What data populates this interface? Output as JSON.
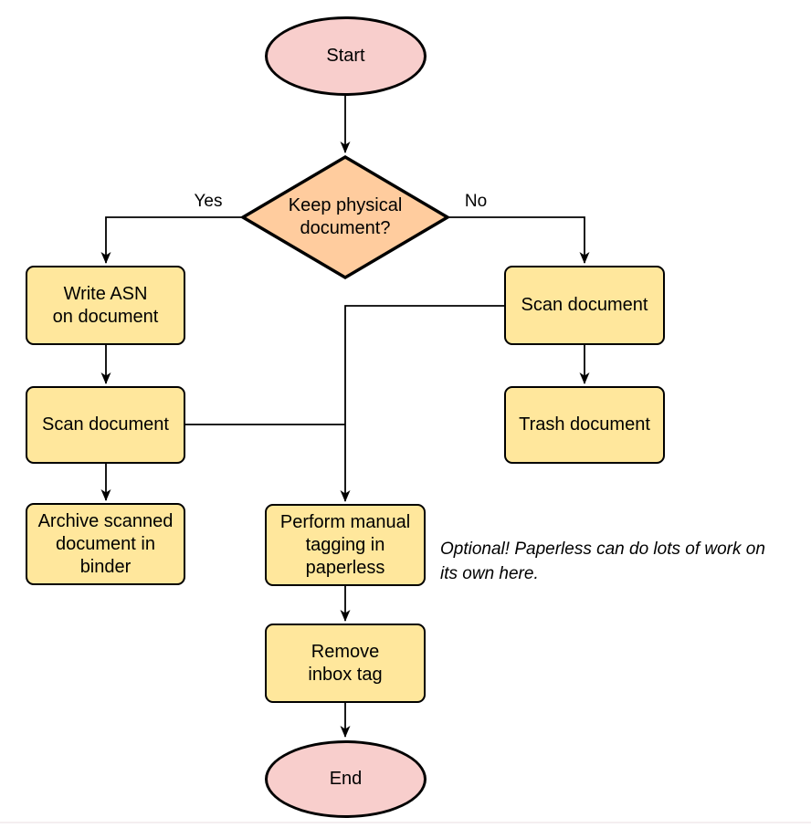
{
  "colors": {
    "background": "#ffffff",
    "terminal_fill": "#f8cecc",
    "decision_fill": "#ffcc9e",
    "process_fill": "#ffe79c",
    "stroke": "#000000"
  },
  "nodes": {
    "start": {
      "label": "Start"
    },
    "decision": {
      "line1": "Keep physical",
      "line2": "document?"
    },
    "write_asn": {
      "line1": "Write ASN",
      "line2": "on document"
    },
    "scan_left": {
      "label": "Scan document"
    },
    "archive": {
      "line1": "Archive scanned",
      "line2": "document in",
      "line3": "binder"
    },
    "scan_right": {
      "label": "Scan document"
    },
    "trash": {
      "label": "Trash document"
    },
    "perform": {
      "line1": "Perform manual",
      "line2": "tagging in",
      "line3": "paperless"
    },
    "remove": {
      "line1": "Remove",
      "line2": "inbox tag"
    },
    "end": {
      "label": "End"
    }
  },
  "edge_labels": {
    "yes": "Yes",
    "no": "No"
  },
  "note": {
    "line1": "Optional! Paperless can do lots of work on",
    "line2": "its own here."
  }
}
